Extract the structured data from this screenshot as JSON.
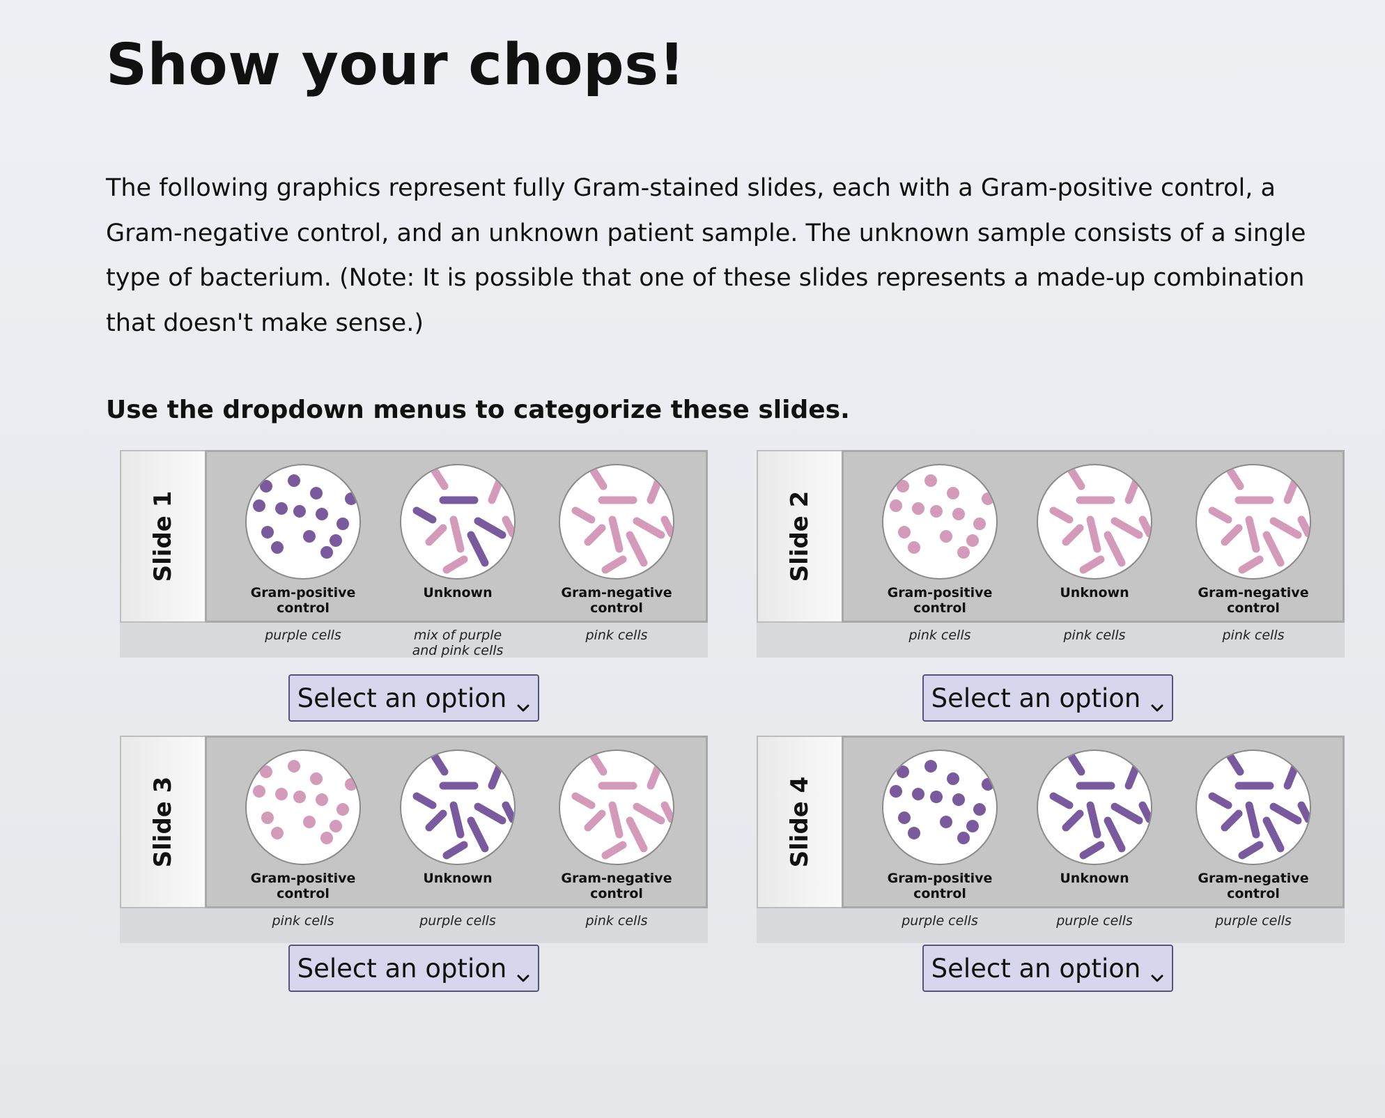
{
  "heading": "Show your chops!",
  "intro": "The following graphics represent fully Gram-stained slides, each with a Gram-positive control, a Gram-negative control, and an unknown patient sample. The unknown sample consists of a single type of bacterium. (Note: It is possible that one of these slides represents a made-up combination that doesn't make sense.)",
  "instruction": "Use the dropdown menus to categorize these slides.",
  "colors": {
    "purple": "#7a5a9e",
    "pink": "#d49ab9"
  },
  "slides": [
    {
      "label": "Slide 1",
      "circles": [
        {
          "title": "Gram-positive control",
          "note": "purple cells",
          "shape": "cocci",
          "colors": [
            "purple"
          ]
        },
        {
          "title": "Unknown",
          "note": "mix of purple and pink cells",
          "shape": "rods",
          "colors": [
            "purple",
            "pink"
          ]
        },
        {
          "title": "Gram-negative control",
          "note": "pink cells",
          "shape": "rods",
          "colors": [
            "pink"
          ]
        }
      ],
      "dropdown": "Select an option"
    },
    {
      "label": "Slide 2",
      "circles": [
        {
          "title": "Gram-positive control",
          "note": "pink cells",
          "shape": "cocci",
          "colors": [
            "pink"
          ]
        },
        {
          "title": "Unknown",
          "note": "pink cells",
          "shape": "rods",
          "colors": [
            "pink"
          ]
        },
        {
          "title": "Gram-negative control",
          "note": "pink cells",
          "shape": "rods",
          "colors": [
            "pink"
          ]
        }
      ],
      "dropdown": "Select an option"
    },
    {
      "label": "Slide 3",
      "circles": [
        {
          "title": "Gram-positive control",
          "note": "pink cells",
          "shape": "cocci",
          "colors": [
            "pink"
          ]
        },
        {
          "title": "Unknown",
          "note": "purple cells",
          "shape": "rods",
          "colors": [
            "purple"
          ]
        },
        {
          "title": "Gram-negative control",
          "note": "pink cells",
          "shape": "rods",
          "colors": [
            "pink"
          ]
        }
      ],
      "dropdown": "Select an option"
    },
    {
      "label": "Slide 4",
      "circles": [
        {
          "title": "Gram-positive control",
          "note": "purple cells",
          "shape": "cocci",
          "colors": [
            "purple"
          ]
        },
        {
          "title": "Unknown",
          "note": "purple cells",
          "shape": "rods",
          "colors": [
            "purple"
          ]
        },
        {
          "title": "Gram-negative control",
          "note": "purple cells",
          "shape": "rods",
          "colors": [
            "purple"
          ]
        }
      ],
      "dropdown": "Select an option"
    }
  ]
}
